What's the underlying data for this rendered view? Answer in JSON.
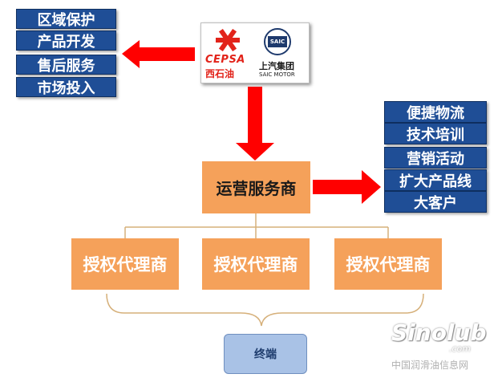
{
  "left_items": [
    "区域保护",
    "产品开发",
    "售后服务",
    "市场投入"
  ],
  "right_items": [
    "便捷物流",
    "技术培训",
    "营销活动",
    "扩大产品线",
    "大客户"
  ],
  "logos": {
    "cepsa_name": "CEPSA",
    "cepsa_chinese": "西石油",
    "saic_badge": "SAIC",
    "saic_chinese": "上汽集团",
    "saic_english": "SAIC MOTOR"
  },
  "operator_label": "运营服务商",
  "agents": [
    "授权代理商",
    "授权代理商",
    "授权代理商"
  ],
  "terminal_label": "终端",
  "watermark": {
    "brand": "Sinolub",
    "domain": ".com",
    "site_name": "中国润滑油信息网"
  },
  "colors": {
    "blue_box": "#1f4e96",
    "orange_box": "#f5a15a",
    "arrow_red": "#ff0000",
    "terminal_box": "#a9c2e6",
    "connector_line": "#d6b07a"
  }
}
